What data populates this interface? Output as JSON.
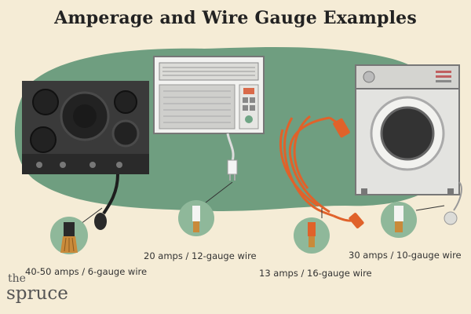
{
  "title": "Amperage and Wire Gauge Examples",
  "items": [
    {
      "appliance": "stovetop",
      "caption": "40-50 amps / 6-gauge wire"
    },
    {
      "appliance": "air-conditioner",
      "caption": "20 amps / 12-gauge wire"
    },
    {
      "appliance": "extension-cord",
      "caption": "13 amps / 16-gauge wire"
    },
    {
      "appliance": "washing-machine",
      "caption": "30 amps / 10-gauge wire"
    }
  ],
  "logo": {
    "small": "the",
    "big": "spruce"
  },
  "colors": {
    "background": "#f5ecd6",
    "blob": "#6f9e80",
    "circle": "#8fb89a",
    "copper": "#c98a3a",
    "cord": "#e0622a"
  }
}
